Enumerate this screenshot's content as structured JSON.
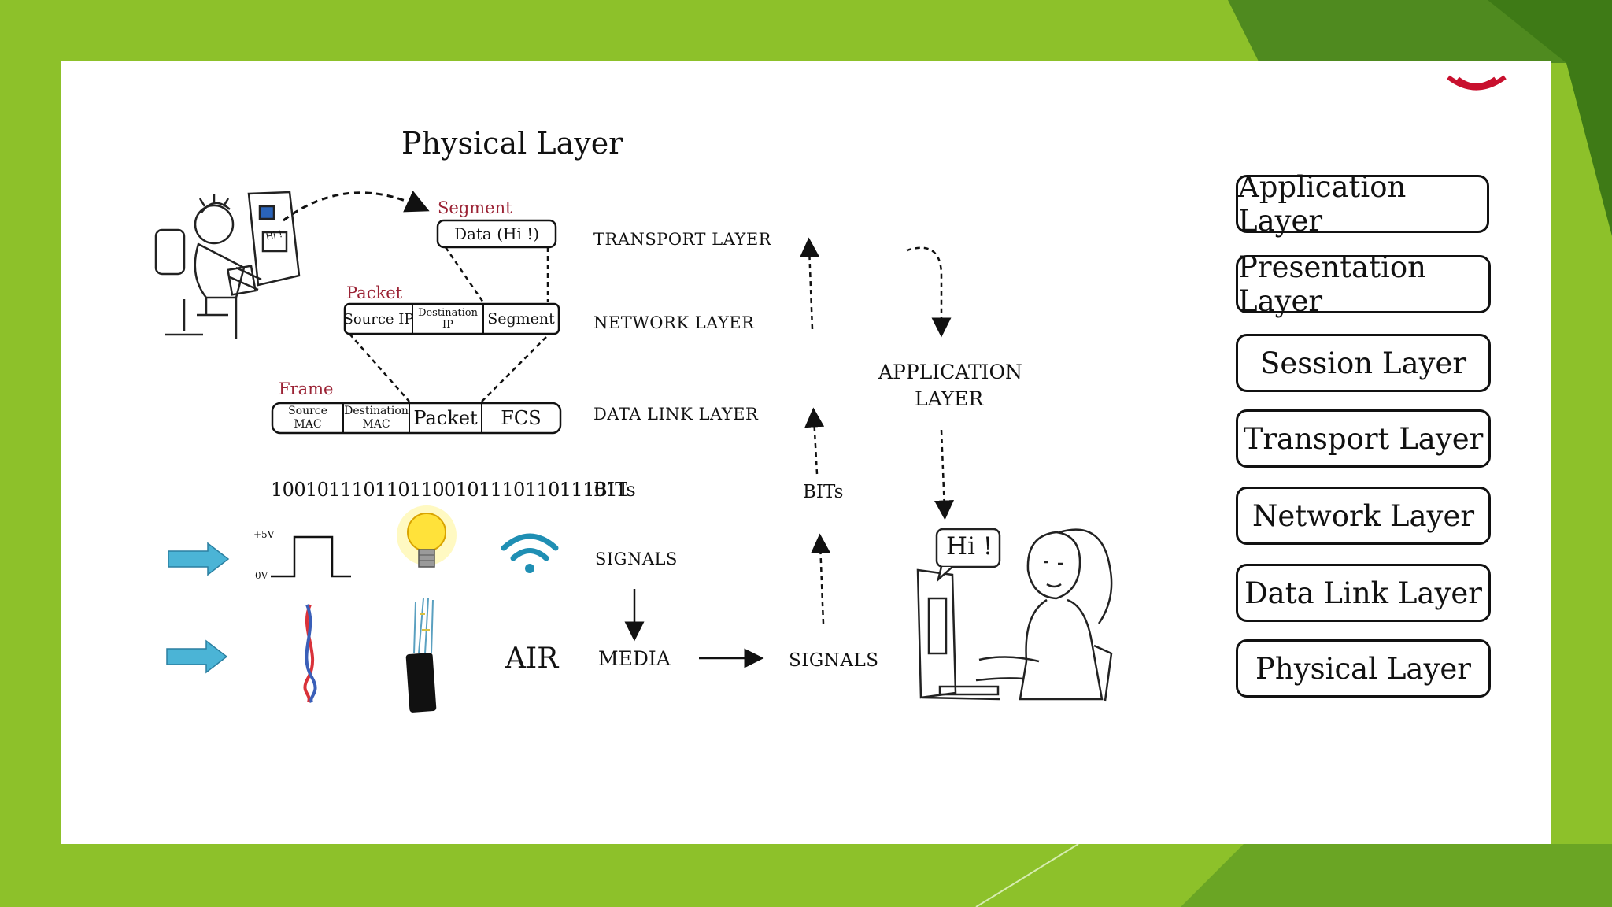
{
  "title": "Physical Layer",
  "segment": {
    "label": "Segment",
    "data": "Data (Hi !)"
  },
  "packet": {
    "label": "Packet",
    "source_ip": "Source IP",
    "dest_ip_1": "Destination",
    "dest_ip_2": "IP",
    "segment": "Segment"
  },
  "frame": {
    "label": "Frame",
    "source_mac_1": "Source",
    "source_mac_2": "MAC",
    "dest_mac_1": "Destination",
    "dest_mac_2": "MAC",
    "packet": "Packet",
    "fcs": "FCS"
  },
  "monitor_text": "Hi !",
  "bits": "10010111011011001011101101110 11",
  "bits_exact": "1001011101101100101110110111011",
  "voltage": {
    "high": "+5V",
    "low": "0V"
  },
  "air": "AIR",
  "captions": {
    "transport": "TRANSPORT LAYER",
    "network": "NETWORK LAYER",
    "data_link": "DATA LINK LAYER",
    "bits": "BITs",
    "signals": "SIGNALS",
    "media": "MEDIA",
    "signals_right": "SIGNALS",
    "bits_right": "BITs",
    "application_1": "APPLICATION",
    "application_2": "LAYER"
  },
  "speech": "Hi !",
  "osi_layers": [
    "Application Layer",
    "Presentation Layer",
    "Session Layer",
    "Transport Layer",
    "Network Layer",
    "Data Link Layer",
    "Physical Layer"
  ],
  "colors": {
    "background": "#8dc12a",
    "accent_red": "#9b2335",
    "arrow_blue": "#4bb4d6",
    "bulb_yellow": "#ffe23a",
    "wifi_teal": "#1f8fb4"
  }
}
